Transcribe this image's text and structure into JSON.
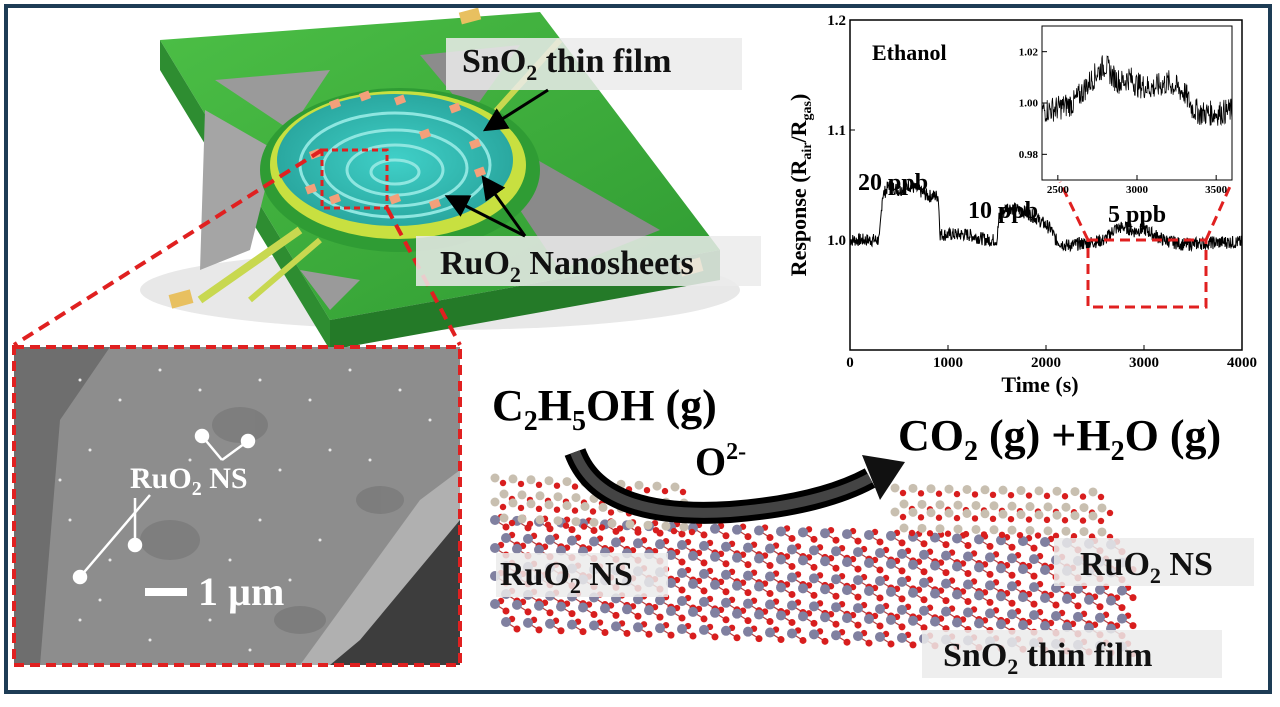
{
  "device": {
    "label_film": "SnO2 thin film",
    "label_nanosheets": "RuO2 Nanosheets"
  },
  "sem": {
    "label_ns": "RuO2 NS",
    "scale_bar": "1 µm"
  },
  "reaction": {
    "reactant": "C2H5OH (g)",
    "oxidant": "O2-",
    "products": "CO2 (g) +H2O (g)",
    "label_ns_left": "RuO2 NS",
    "label_ns_right": "RuO2 NS",
    "label_film": "SnO2 thin film"
  },
  "colors": {
    "green": "#3aa53a",
    "cyan": "#40c0c0",
    "red_dash": "#e02020",
    "O_atom": "#d81e1e",
    "Sn_atom": "#8080a0",
    "Ru_atom": "#c8bfb0"
  },
  "chart_data": [
    {
      "type": "line",
      "title": "Ethanol",
      "xlabel": "Time (s)",
      "ylabel": "Response (Rair/Rgas)",
      "xlim": [
        0,
        4000
      ],
      "ylim": [
        0.9,
        1.2
      ],
      "xticks": [
        0,
        1000,
        2000,
        3000,
        4000
      ],
      "yticks": [
        1.0,
        1.1,
        1.2
      ],
      "annotations": [
        "20 ppb",
        "10 ppb",
        "5 ppb"
      ],
      "series": [
        {
          "x": [
            0,
            300,
            330,
            400,
            500,
            600,
            700,
            800,
            900,
            920,
            1000,
            1200,
            1400,
            1500,
            1520,
            1600,
            1700,
            1800,
            1900,
            2050,
            2100,
            2200,
            2400,
            2600,
            2700,
            2800,
            2900,
            3000,
            3100,
            3200,
            3300,
            3400,
            3600,
            3800,
            4000
          ],
          "y": [
            1.0,
            1.0,
            1.04,
            1.05,
            1.045,
            1.05,
            1.045,
            1.04,
            1.04,
            1.005,
            1.005,
            1.005,
            1.0,
            1.0,
            1.02,
            1.03,
            1.028,
            1.025,
            1.02,
            1.01,
            1.0,
            0.995,
            0.997,
            1.0,
            1.01,
            1.012,
            1.008,
            1.01,
            1.005,
            1.0,
            0.998,
            0.996,
            0.997,
            0.998,
            0.998
          ]
        }
      ]
    },
    {
      "type": "line",
      "xlim": [
        2400,
        3600
      ],
      "ylim": [
        0.97,
        1.03
      ],
      "xticks": [
        2500,
        3000,
        3500
      ],
      "yticks": [
        0.98,
        1.0,
        1.02
      ],
      "series": [
        {
          "x": [
            2400,
            2500,
            2600,
            2700,
            2750,
            2800,
            2850,
            2900,
            2950,
            3000,
            3100,
            3200,
            3300,
            3350,
            3400,
            3500,
            3600
          ],
          "y": [
            0.997,
            0.998,
            1.0,
            1.008,
            1.012,
            1.015,
            1.01,
            1.008,
            1.01,
            1.007,
            1.006,
            1.008,
            1.004,
            0.998,
            0.996,
            0.996,
            0.997
          ]
        }
      ]
    }
  ]
}
